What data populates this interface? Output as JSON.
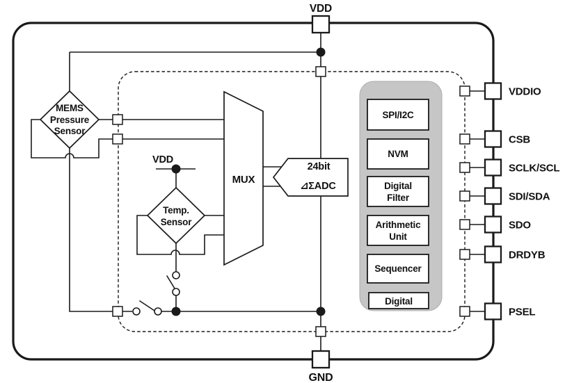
{
  "colors": {
    "line": "#1a1a1a",
    "digital_bg": "#c6c6c6",
    "paper": "#ffffff"
  },
  "power": {
    "vdd_top": "VDD",
    "gnd_bottom": "GND",
    "vdd_internal": "VDD"
  },
  "right_pins": [
    "VDDIO",
    "CSB",
    "SCLK/SCL",
    "SDI/SDA",
    "SDO",
    "DRDYB",
    "PSEL"
  ],
  "analog": {
    "mems_sensor": [
      "MEMS",
      "Pressure",
      "Sensor"
    ],
    "temp_sensor": [
      "Temp.",
      "Sensor"
    ],
    "mux": "MUX",
    "adc": [
      "24bit",
      "⊿ΣADC"
    ]
  },
  "digital": {
    "units": [
      [
        "SPI/I2C"
      ],
      [
        "NVM"
      ],
      [
        "Digital",
        "Filter"
      ],
      [
        "Arithmetic",
        "Unit"
      ],
      [
        "Sequencer"
      ]
    ],
    "caption": "Digital"
  }
}
